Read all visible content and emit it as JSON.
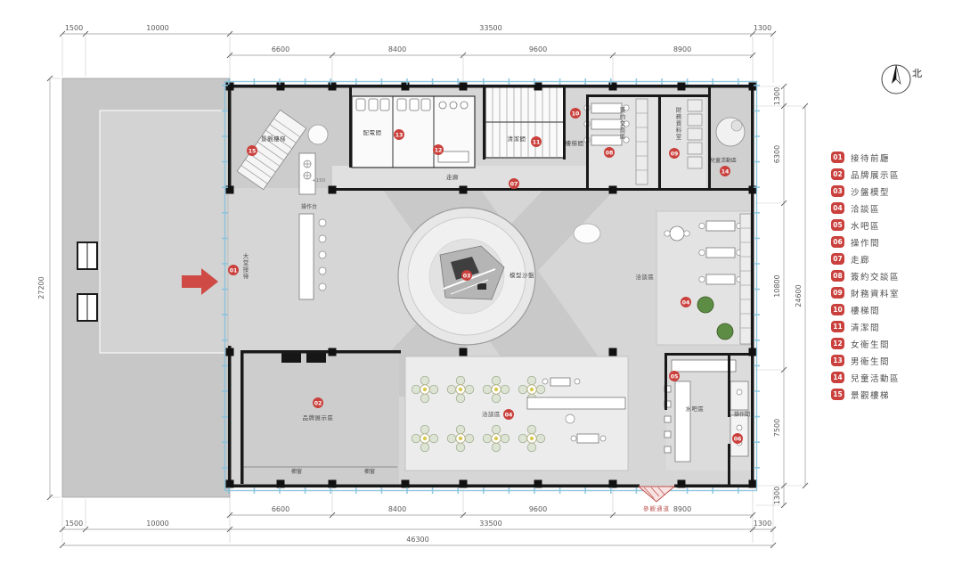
{
  "compass": {
    "north_label": "北"
  },
  "colors": {
    "badge_red": "#c9403c",
    "curtain_blue": "#86c1dc",
    "arrow_red": "#cf4a45",
    "plant_green": "#5d8c45",
    "wall_black": "#191919",
    "floor_gray": "#d6d6d6"
  },
  "legend": {
    "items": [
      {
        "num": "01",
        "label": "接待前廳"
      },
      {
        "num": "02",
        "label": "品牌展示區"
      },
      {
        "num": "03",
        "label": "沙盤模型"
      },
      {
        "num": "04",
        "label": "洽談區"
      },
      {
        "num": "05",
        "label": "水吧區"
      },
      {
        "num": "06",
        "label": "操作間"
      },
      {
        "num": "07",
        "label": "走廊"
      },
      {
        "num": "08",
        "label": "簽約交談區"
      },
      {
        "num": "09",
        "label": "財務資料室"
      },
      {
        "num": "10",
        "label": "樓梯間"
      },
      {
        "num": "11",
        "label": "清潔間"
      },
      {
        "num": "12",
        "label": "女衛生間"
      },
      {
        "num": "13",
        "label": "男衛生間"
      },
      {
        "num": "14",
        "label": "兒童活動區"
      },
      {
        "num": "15",
        "label": "景觀樓梯"
      }
    ]
  },
  "dims": {
    "top_row1": [
      "1500",
      "10000",
      "33500",
      "1300"
    ],
    "top_row2": [
      "6600",
      "8400",
      "9600",
      "8900"
    ],
    "left_total": "27200",
    "right_row1": [
      "1300",
      "6300",
      "10800",
      "7500",
      "1300"
    ],
    "right_total": "24600",
    "bottom_row1": [
      "6600",
      "8400",
      "9600",
      "8900"
    ],
    "bottom_row2": [
      "1500",
      "10000",
      "33500",
      "1300"
    ],
    "bottom_total": "46300"
  },
  "plan": {
    "badge_nums": [
      "01",
      "02",
      "03",
      "04",
      "05",
      "06",
      "07",
      "08",
      "09",
      "10",
      "11",
      "12",
      "13",
      "14",
      "15"
    ],
    "labels": {
      "landscape_stair": "景觀樓梯",
      "power_room": "配電間",
      "cleaning_room": "清潔間",
      "stair_room": "樓梯間",
      "signing_area": "簽約交談區",
      "finance_room": "財務資料室",
      "children_area": "兒童活動區",
      "corridor": "走廊",
      "counter": "操作台",
      "level": "+150",
      "lobby": "大堂接待",
      "sand_table": "模型沙盤",
      "negotiation_right": "洽談區",
      "brand_area": "品牌展示區",
      "negotiation_bottom": "洽談區",
      "water_bar": "水吧區",
      "operation_room": "操作間",
      "window1": "櫥窗",
      "window2": "櫥窗",
      "entrance": "參觀通道"
    }
  }
}
